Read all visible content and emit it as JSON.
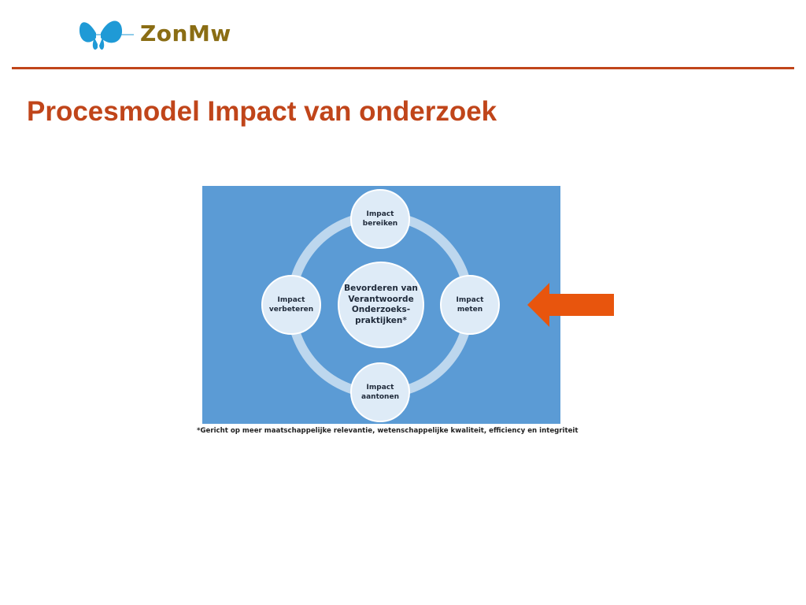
{
  "header": {
    "logo_text": "ZonMw",
    "logo_icon": "butterfly-logo",
    "rule_color": "#c0451a"
  },
  "slide": {
    "title": "Procesmodel Impact van onderzoek",
    "title_color": "#c0451a"
  },
  "diagram": {
    "background_color": "#5b9bd5",
    "node_color": "#deebf7",
    "cycle": {
      "top": "Impact bereiken",
      "right": "Impact meten",
      "bottom": "Impact aantonen",
      "left": "Impact verbeteren"
    },
    "center": "Bevorderen van Verantwoorde Onderzoeks-praktijken*",
    "footnote": "*Gericht op meer maatschappelijke relevantie, wetenschappelijke kwaliteit, efficiency en integriteit"
  },
  "callout": {
    "arrow_icon": "left-arrow-icon",
    "color": "#e8550d"
  }
}
